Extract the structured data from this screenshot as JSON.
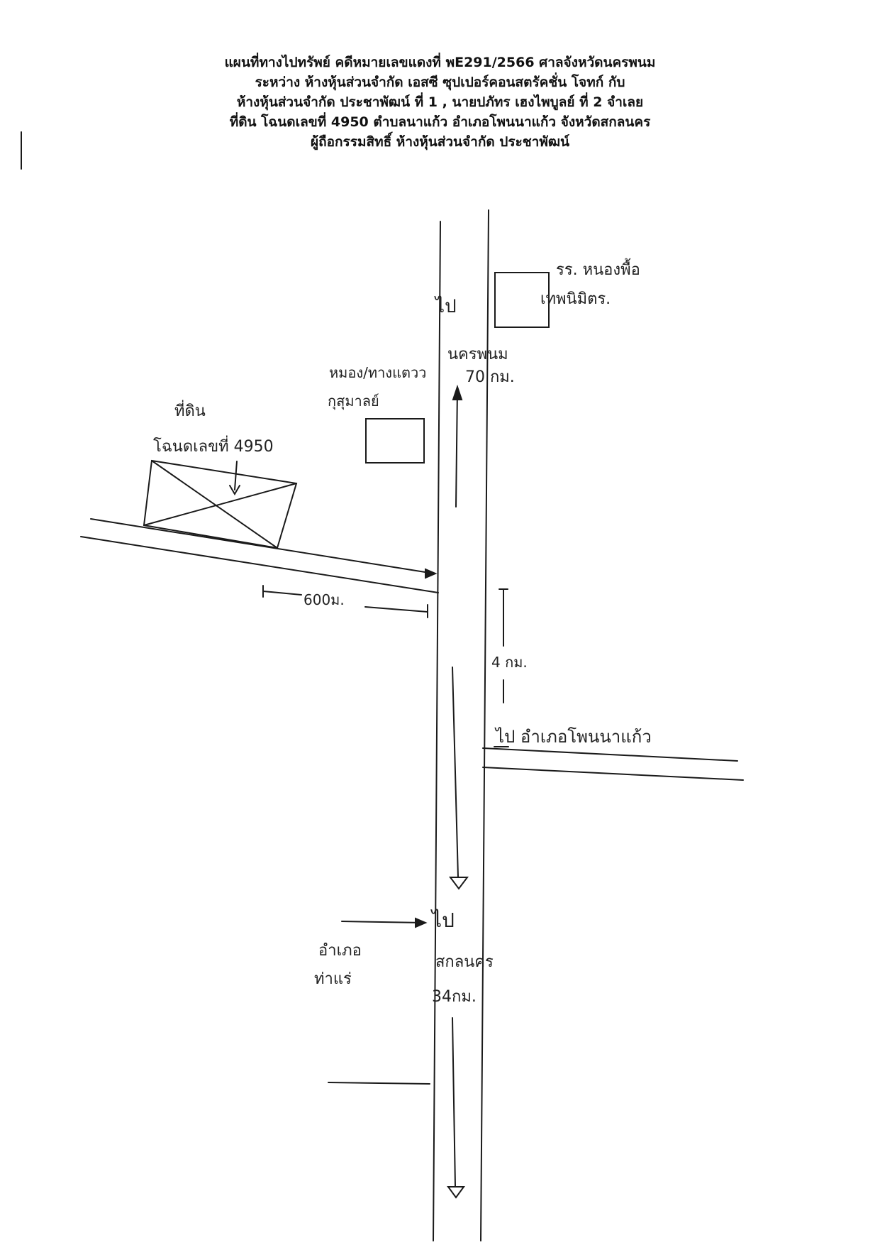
{
  "header": {
    "lines": [
      "แผนที่ทางไปทรัพย์ คดีหมายเลขแดงที่ พE291/2566 ศาลจังหวัดนครพนม",
      "ระหว่าง ห้างหุ้นส่วนจำกัด เอสซี ซุปเปอร์คอนสตรัคชั่น โจทก์ กับ",
      "ห้างหุ้นส่วนจำกัด ประชาพัฒน์ ที่ 1 , นายปภัทร เฮงไพบูลย์ ที่ 2 จำเลย",
      "ที่ดิน โฉนดเลขที่ 4950 ตำบลนาแก้ว อำเภอโพนนาแก้ว จังหวัดสกลนคร",
      "ผู้ถือกรรมสิทธิ์ ห้างหุ้นส่วนจำกัด ประชาพัฒน์"
    ]
  },
  "map": {
    "school_label": [
      "รร. หนองพื้อ",
      "เทพนิมิตร."
    ],
    "to_nakhon_phanom": [
      "ไป",
      "นครพนม",
      "70 กม."
    ],
    "dept_store_label": [
      "หมอง/ทางแตวว",
      "กุสุมาลย์"
    ],
    "parcel_label": [
      "ที่ดิน",
      "โฉนดเลขที่ 4950"
    ],
    "distance_600": "600ม.",
    "distance_4km": "4 กม.",
    "to_phon_na_kaeo": "ไป อำเภอโพนนาแก้ว",
    "to_sakon_nakhon": [
      "ไป",
      "สกลนคร",
      "34กม."
    ],
    "tha_rae_label": [
      "อำเภอ",
      "ท่าแร่"
    ]
  }
}
